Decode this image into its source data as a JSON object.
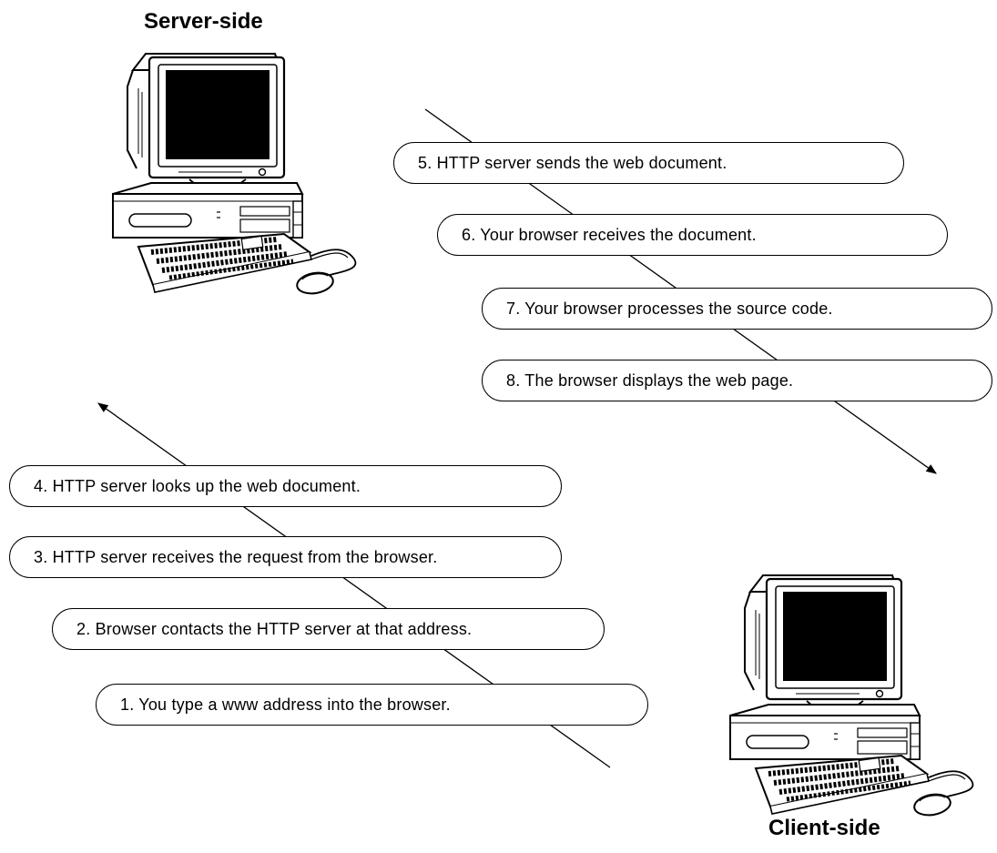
{
  "labels": {
    "server": "Server-side",
    "client": "Client-side"
  },
  "steps": [
    "1. You type a www address into the browser.",
    "2. Browser contacts the HTTP server at that address.",
    "3. HTTP server receives the request from the browser.",
    "4. HTTP server looks up the web document.",
    "5. HTTP server sends the web document.",
    "6. Your browser receives the document.",
    "7. Your browser processes the source code.",
    "8. The browser displays the web page."
  ],
  "icons": {
    "server": "server-computer-icon",
    "client": "client-computer-icon"
  }
}
